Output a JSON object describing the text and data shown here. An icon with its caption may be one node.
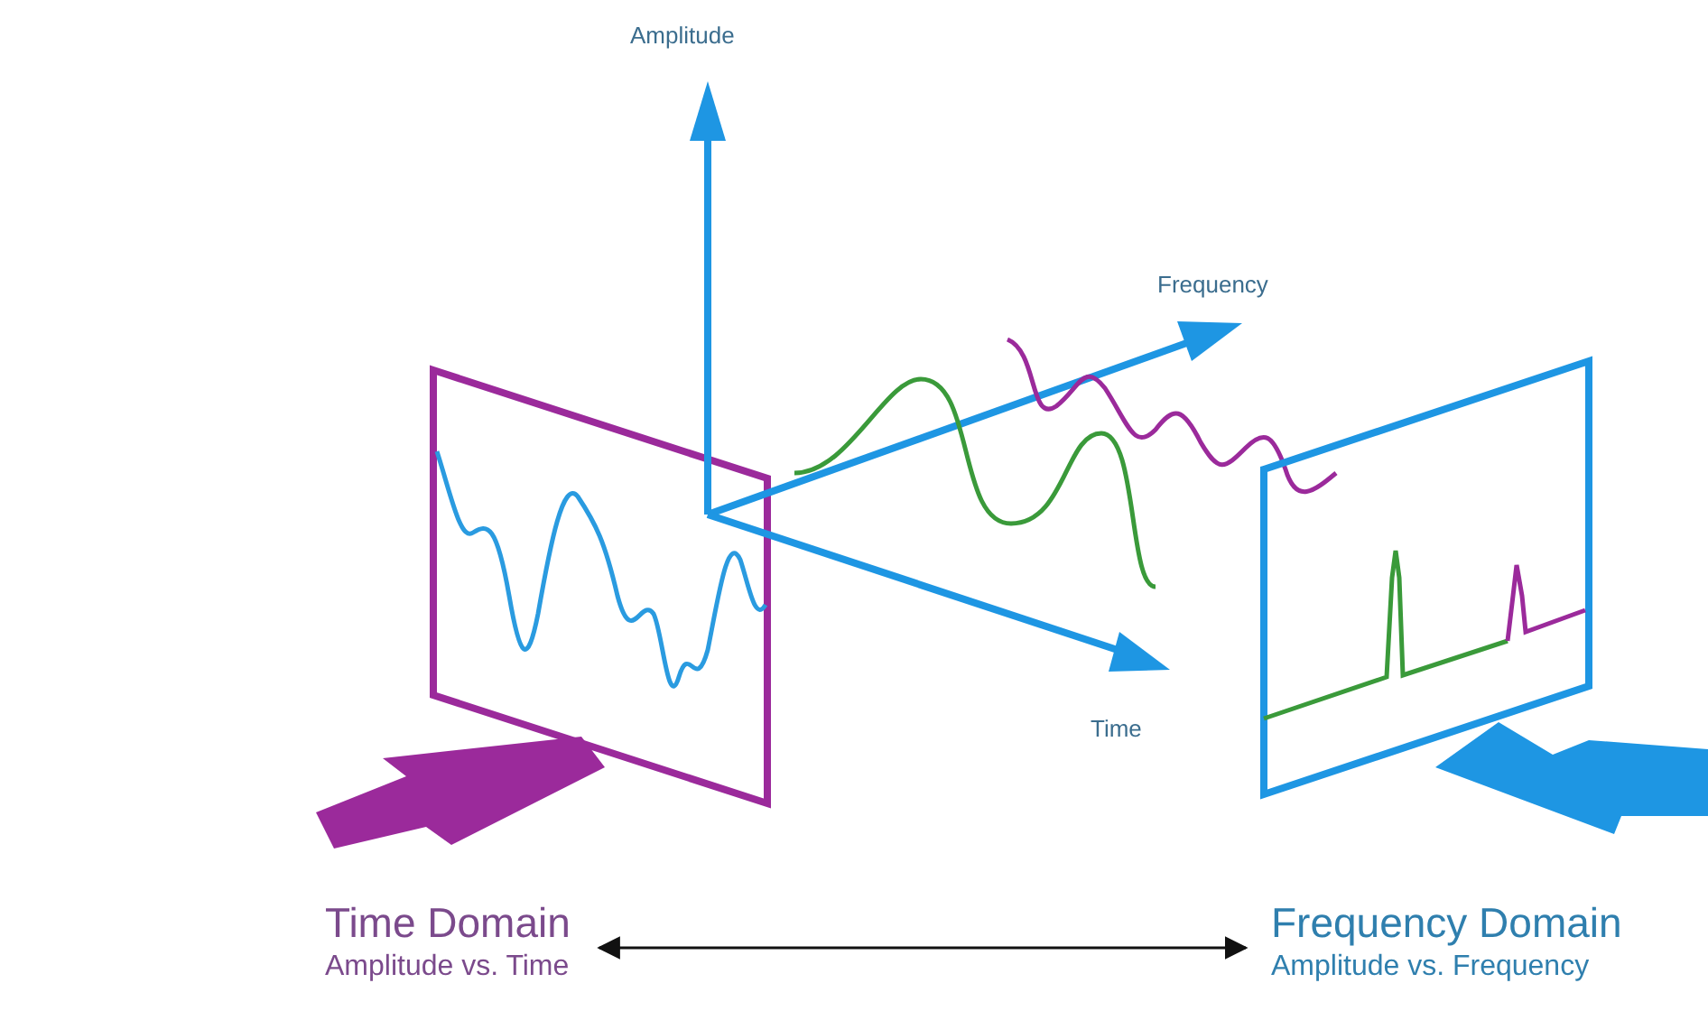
{
  "diagram": {
    "nodes": [
      {
        "text": [
          "Time Domain",
          "Amplitude vs. Time"
        ]
      },
      {
        "text": [
          "Frequency Domain",
          "Amplitude vs. Frequency"
        ]
      }
    ],
    "edges": [
      {
        "from": 0,
        "to": 1,
        "arrow": "both"
      }
    ],
    "labels": [
      "Amplitude",
      "Frequency",
      "Time"
    ]
  }
}
